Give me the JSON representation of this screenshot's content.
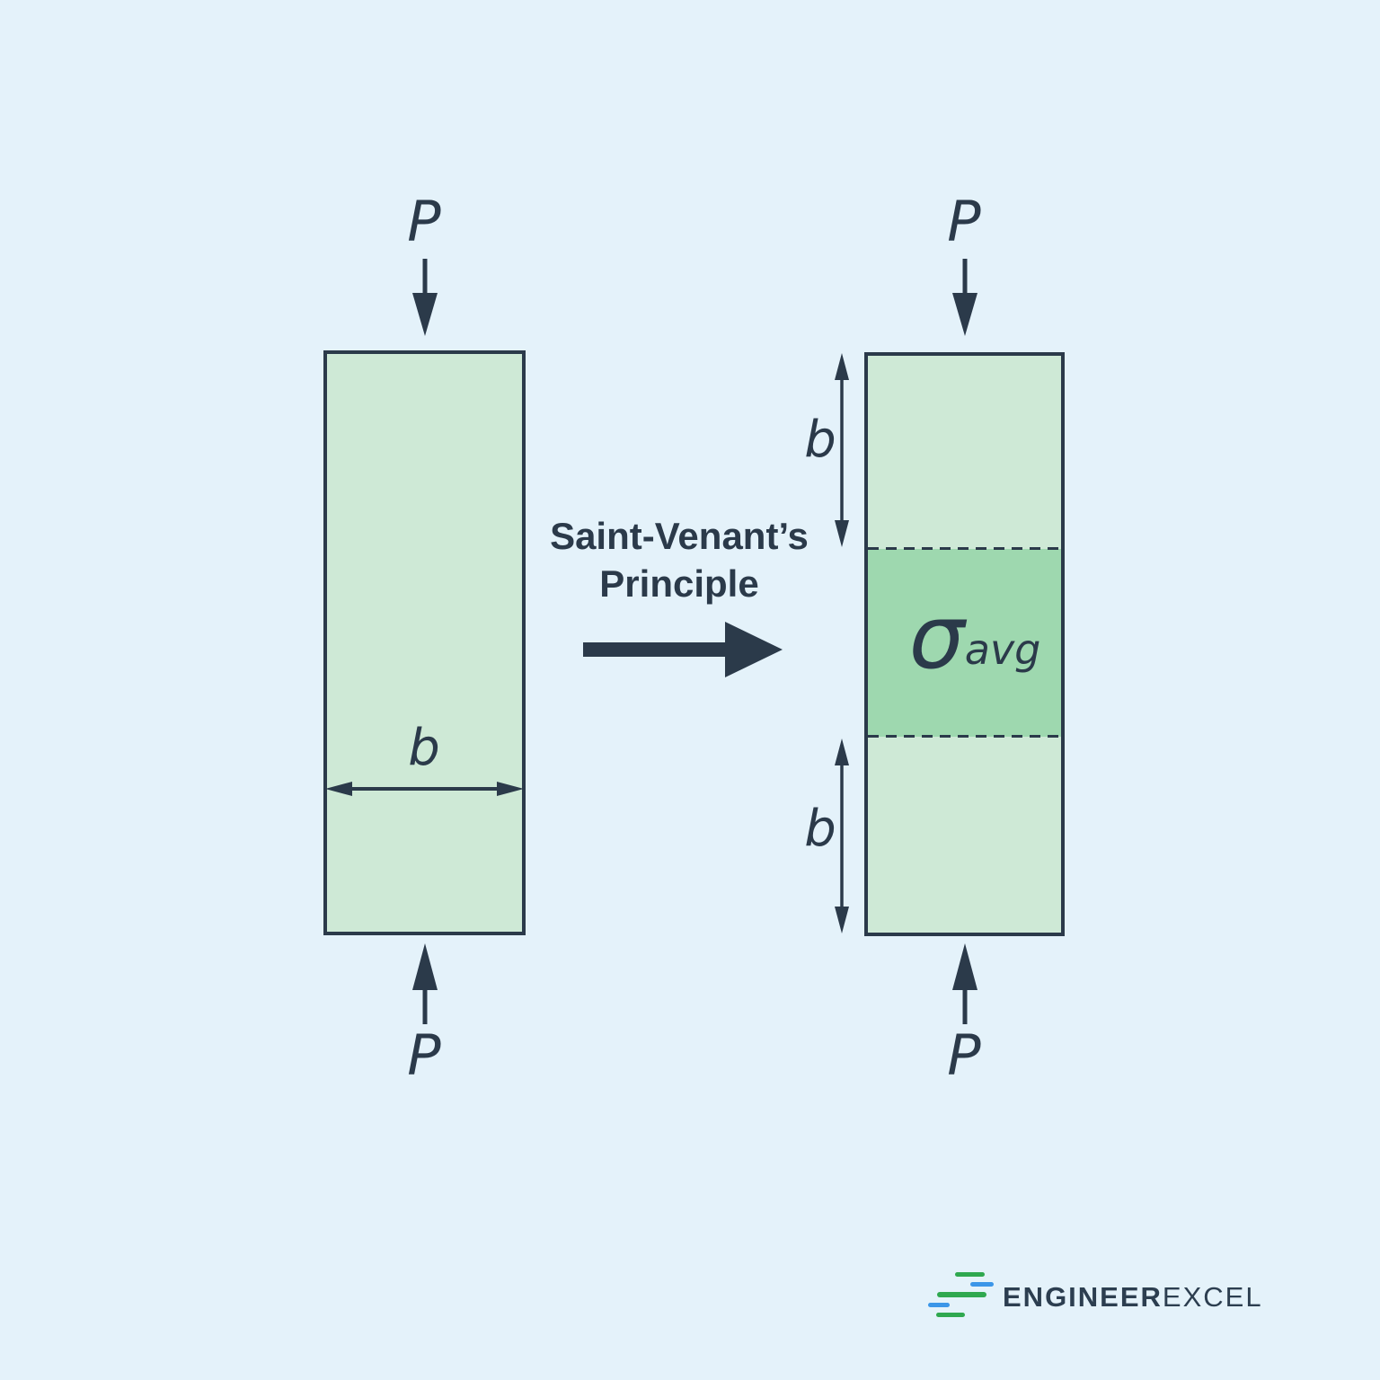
{
  "colors": {
    "background": "#E4F2FA",
    "bar_fill_light": "#CEE9D6",
    "bar_fill_medium": "#9ED8AF",
    "ink": "#2B3A4A",
    "logo_text": "#2C3E50",
    "logo_green": "#2FA84F",
    "logo_blue": "#3B96E8"
  },
  "left_figure": {
    "top_load_label": "P",
    "bottom_load_label": "P",
    "width_dim_label": "b"
  },
  "center": {
    "caption_line1": "Saint-Venant’s",
    "caption_line2": "Principle"
  },
  "right_figure": {
    "top_load_label": "P",
    "bottom_load_label": "P",
    "top_dim_label": "b",
    "bottom_dim_label": "b",
    "stress_symbol": "σ",
    "stress_subscript": "avg"
  },
  "logo": {
    "brand_primary": "ENGINEER",
    "brand_secondary": "EXCEL"
  }
}
